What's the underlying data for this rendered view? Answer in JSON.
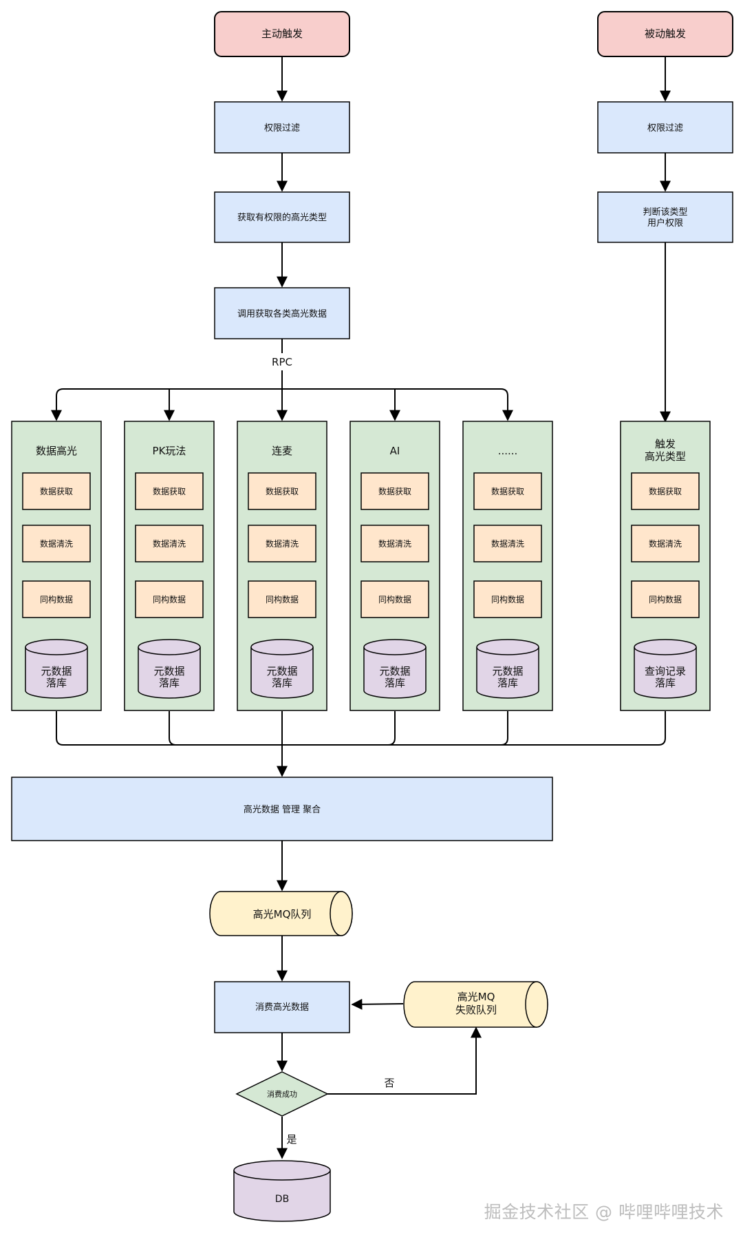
{
  "colors": {
    "trigger_fill": "#f8cecc",
    "process_fill": "#dae8fc",
    "column_fill": "#d5e8d4",
    "step_fill": "#ffe6cc",
    "storage_fill": "#e1d5e7",
    "queue_fill": "#fff2cc",
    "stroke": "#000000"
  },
  "nodes": {
    "active_trigger": "主动触发",
    "passive_trigger": "被动触发",
    "perm_filter_left": "权限过滤",
    "perm_filter_right": "权限过滤",
    "get_types": "获取有权限的高光类型",
    "judge_perm": [
      "判断该类型",
      "用户权限"
    ],
    "call_fetch": "调用获取各类高光数据",
    "rpc_label": "RPC",
    "aggregate": "高光数据 管理 聚合",
    "mq_queue": "高光MQ队列",
    "consume": "消费高光数据",
    "fail_queue": [
      "高光MQ",
      "失败队列"
    ],
    "decision": "消费成功",
    "no_label": "否",
    "yes_label": "是",
    "db": "DB"
  },
  "columns": [
    {
      "title": [
        "数据高光"
      ],
      "steps": [
        "数据获取",
        "数据清洗",
        "同构数据"
      ],
      "store": [
        "元数据",
        "落库"
      ]
    },
    {
      "title": [
        "PK玩法"
      ],
      "steps": [
        "数据获取",
        "数据清洗",
        "同构数据"
      ],
      "store": [
        "元数据",
        "落库"
      ]
    },
    {
      "title": [
        "连麦"
      ],
      "steps": [
        "数据获取",
        "数据清洗",
        "同构数据"
      ],
      "store": [
        "元数据",
        "落库"
      ]
    },
    {
      "title": [
        "AI"
      ],
      "steps": [
        "数据获取",
        "数据清洗",
        "同构数据"
      ],
      "store": [
        "元数据",
        "落库"
      ]
    },
    {
      "title": [
        "......"
      ],
      "steps": [
        "数据获取",
        "数据清洗",
        "同构数据"
      ],
      "store": [
        "元数据",
        "落库"
      ]
    },
    {
      "title": [
        "触发",
        "高光类型"
      ],
      "steps": [
        "数据获取",
        "数据清洗",
        "同构数据"
      ],
      "store": [
        "查询记录",
        "落库"
      ]
    }
  ],
  "watermark": "掘金技术社区 @ 哔哩哔哩技术"
}
